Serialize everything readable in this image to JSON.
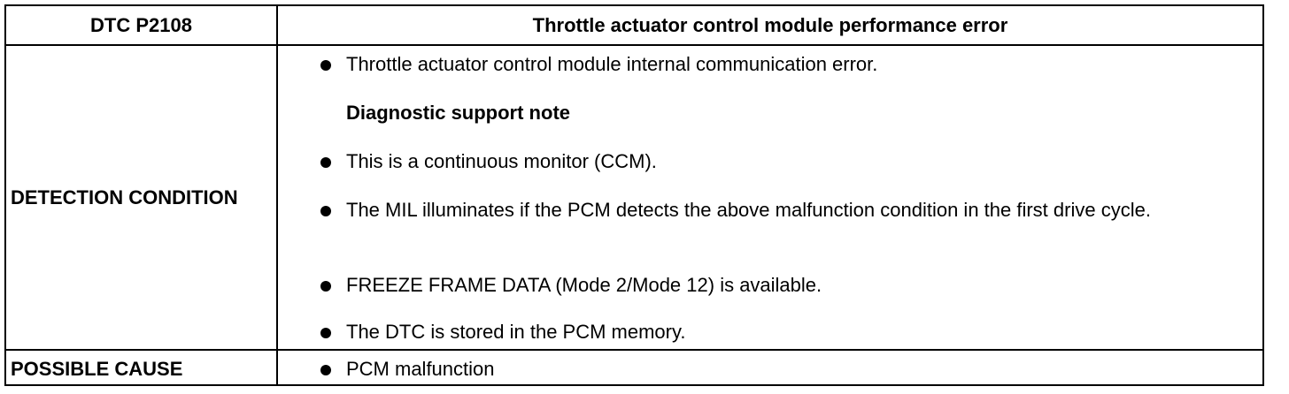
{
  "header": {
    "code": "DTC P2108",
    "title": "Throttle actuator control module performance error"
  },
  "rows": [
    {
      "label": "DETECTION CONDITION",
      "items": [
        {
          "kind": "bullet",
          "text": "Throttle actuator control module internal communication error."
        },
        {
          "kind": "heading",
          "text": "Diagnostic support note"
        },
        {
          "kind": "bullet",
          "text": "This is a continuous monitor (CCM)."
        },
        {
          "kind": "bullet",
          "text": "The MIL illuminates if the PCM detects the above malfunction condition in the first drive cycle."
        },
        {
          "kind": "bullet",
          "text": "FREEZE FRAME DATA (Mode 2/Mode 12) is available."
        },
        {
          "kind": "bullet",
          "text": "The DTC is stored in the PCM memory."
        }
      ]
    },
    {
      "label": "POSSIBLE CAUSE",
      "items": [
        {
          "kind": "bullet",
          "text": "PCM malfunction"
        }
      ]
    }
  ]
}
